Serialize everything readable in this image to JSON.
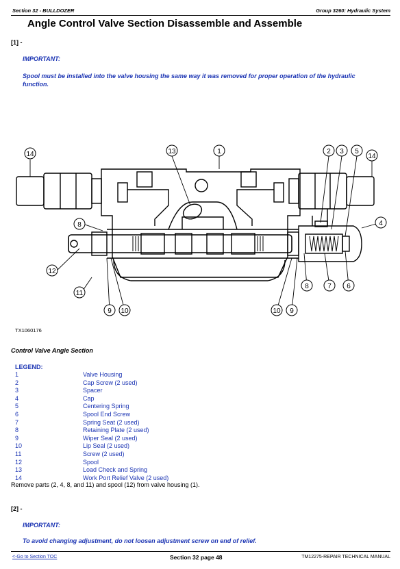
{
  "header": {
    "left": "Section 32 - BULLDOZER",
    "right": "Group 3260: Hydraulic System"
  },
  "title": "Angle Control Valve Section Disassemble and Assemble",
  "step1": {
    "label": "[1] -",
    "important_label": "IMPORTANT:",
    "important_text": "Spool must be installed into the valve housing the same way it was removed for proper operation of the hydraulic function."
  },
  "figure": {
    "id": "TX1060176",
    "callouts": [
      "1",
      "2",
      "3",
      "4",
      "5",
      "6",
      "7",
      "8",
      "9",
      "10",
      "11",
      "12",
      "13",
      "14"
    ]
  },
  "caption": "Control Valve Angle Section",
  "legend": {
    "title": "LEGEND:",
    "items": [
      {
        "num": "1",
        "label": "Valve Housing"
      },
      {
        "num": "2",
        "label": "Cap Screw (2 used)"
      },
      {
        "num": "3",
        "label": "Spacer"
      },
      {
        "num": "4",
        "label": "Cap"
      },
      {
        "num": "5",
        "label": "Centering Spring"
      },
      {
        "num": "6",
        "label": "Spool End Screw"
      },
      {
        "num": "7",
        "label": "Spring Seat (2 used)"
      },
      {
        "num": "8",
        "label": "Retaining Plate (2 used)"
      },
      {
        "num": "9",
        "label": "Wiper Seal (2 used)"
      },
      {
        "num": "10",
        "label": "Lip Seal (2 used)"
      },
      {
        "num": "11",
        "label": "Screw (2 used)"
      },
      {
        "num": "12",
        "label": "Spool"
      },
      {
        "num": "13",
        "label": "Load Check and Spring"
      },
      {
        "num": "14",
        "label": "Work Port Relief Valve (2 used)"
      }
    ]
  },
  "remove_text": "Remove parts (2, 4, 8, and 11) and spool (12) from valve housing (1).",
  "step2": {
    "label": "[2] -",
    "important_label": "IMPORTANT:",
    "important_text": "To avoid changing adjustment, do not loosen adjustment screw on end of relief."
  },
  "footer": {
    "link": "<-Go to Section TOC",
    "center": "Section 32 page 48",
    "right": "TM12275-REPAIR TECHNICAL MANUAL"
  }
}
